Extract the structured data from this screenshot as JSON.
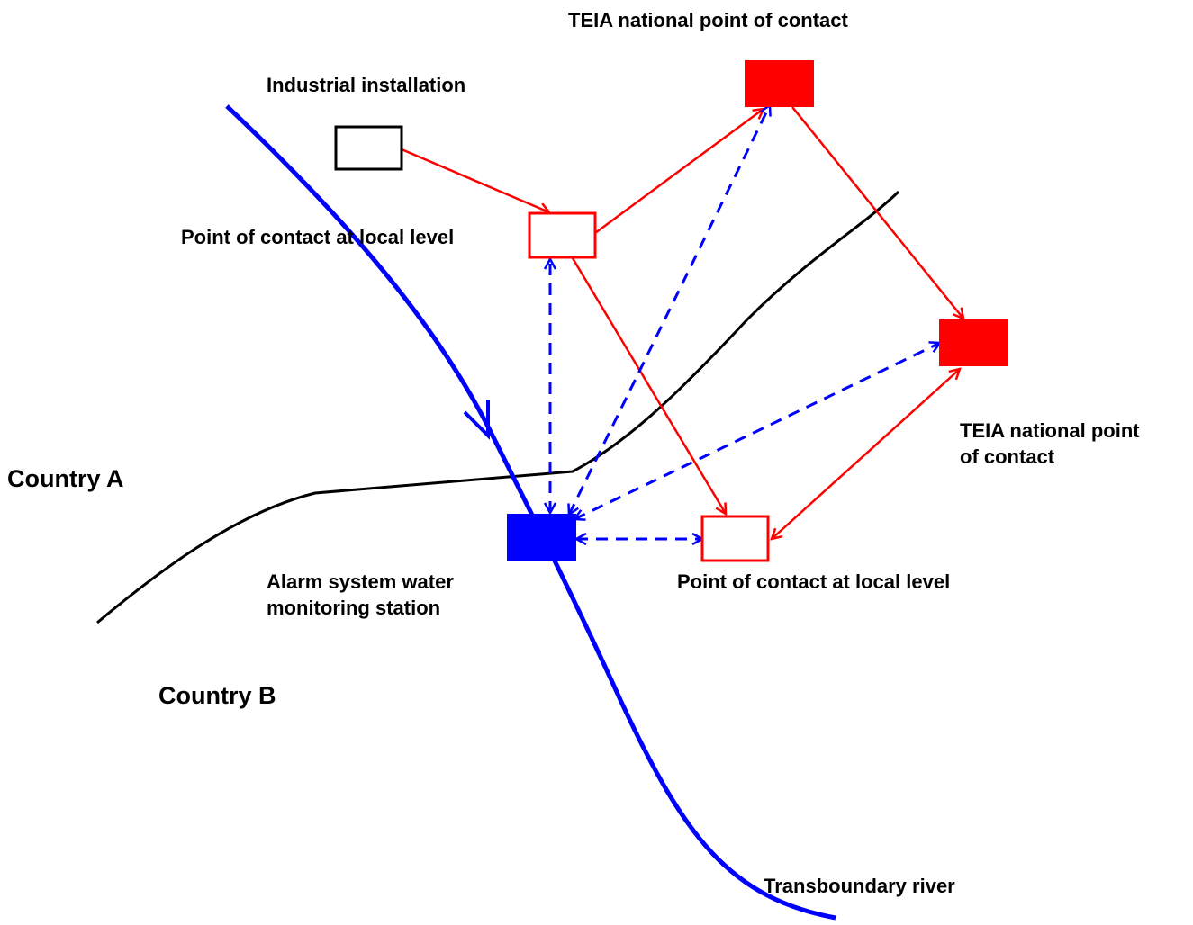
{
  "labels": {
    "teia_top": "TEIA national point of contact",
    "industrial_installation": "Industrial installation",
    "local_contact_a": "Point of contact at local level",
    "teia_right_line1": "TEIA national point",
    "teia_right_line2": "of contact",
    "country_a": "Country A",
    "alarm_line1": "Alarm system water",
    "alarm_line2": "monitoring station",
    "local_contact_b": "Point of contact at local level",
    "country_b": "Country B",
    "river": "Transboundary river"
  },
  "colors": {
    "red": "#ff0000",
    "blue": "#0000ff",
    "black": "#000000"
  }
}
